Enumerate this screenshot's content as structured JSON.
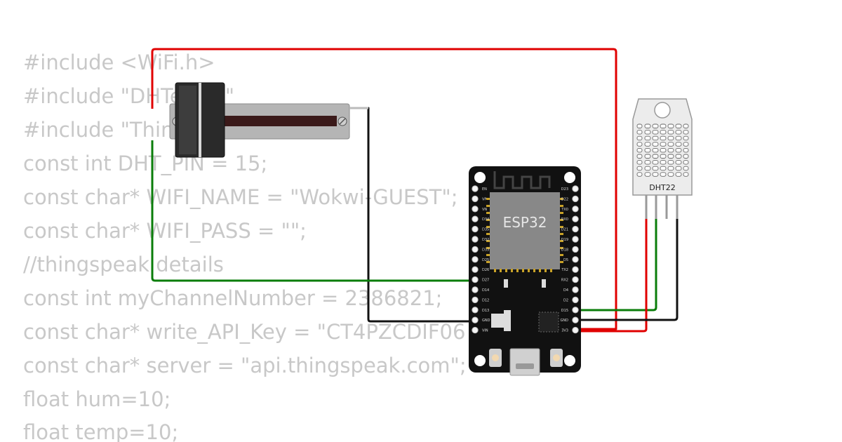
{
  "code": {
    "lines": [
      "#include <WiFi.h>",
      "#include \"DHTesp.h\"",
      "#include \"ThingSpeak.h\"",
      "const int DHT_PIN = 15;",
      "const char* WIFI_NAME = \"Wokwi-GUEST\";",
      "const char* WIFI_PASS = \"\";",
      "//thingspeak details",
      "const int myChannelNumber =  2386821;",
      "const char* write_API_Key = \"CT4PZCDIF06",
      "const char* server = \"api.thingspeak.com\";",
      "float hum=10;",
      "float temp=10;"
    ]
  },
  "components": {
    "esp32_label": "ESP32",
    "dht22_label": "DHT22",
    "potentiometer": "slide potentiometer"
  },
  "esp32_pins": {
    "left": [
      "EN",
      "VP",
      "VN",
      "D34",
      "D35",
      "D32",
      "D33",
      "D25",
      "D26",
      "D27",
      "D14",
      "D12",
      "D13",
      "GND",
      "VIN"
    ],
    "right": [
      "D23",
      "D22",
      "TX0",
      "RX0",
      "D21",
      "D19",
      "D18",
      "D5",
      "TX2",
      "RX2",
      "D4",
      "D2",
      "D15",
      "GND",
      "3V3"
    ]
  },
  "wire_colors": {
    "red": "#e00000",
    "green": "#0a7d0a",
    "black": "#111111"
  }
}
